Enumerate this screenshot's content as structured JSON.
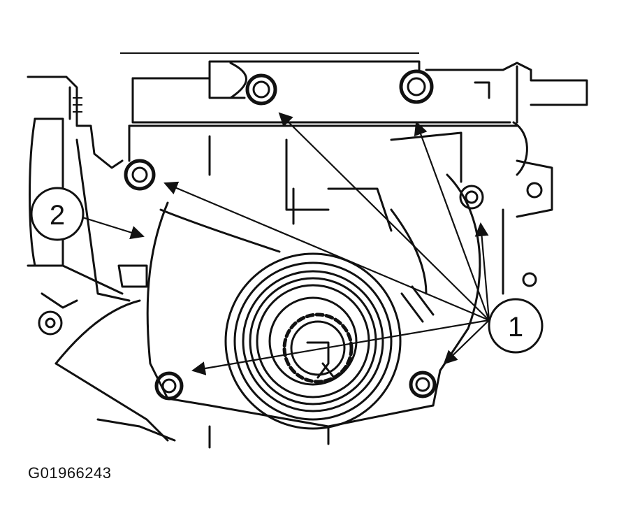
{
  "callouts": [
    {
      "label": "1",
      "target": "front-cover-bolts"
    },
    {
      "label": "2",
      "target": "front-cover"
    }
  ],
  "figure_code": "G01966243",
  "colors": {
    "ink": "#111111",
    "background": "#ffffff"
  }
}
